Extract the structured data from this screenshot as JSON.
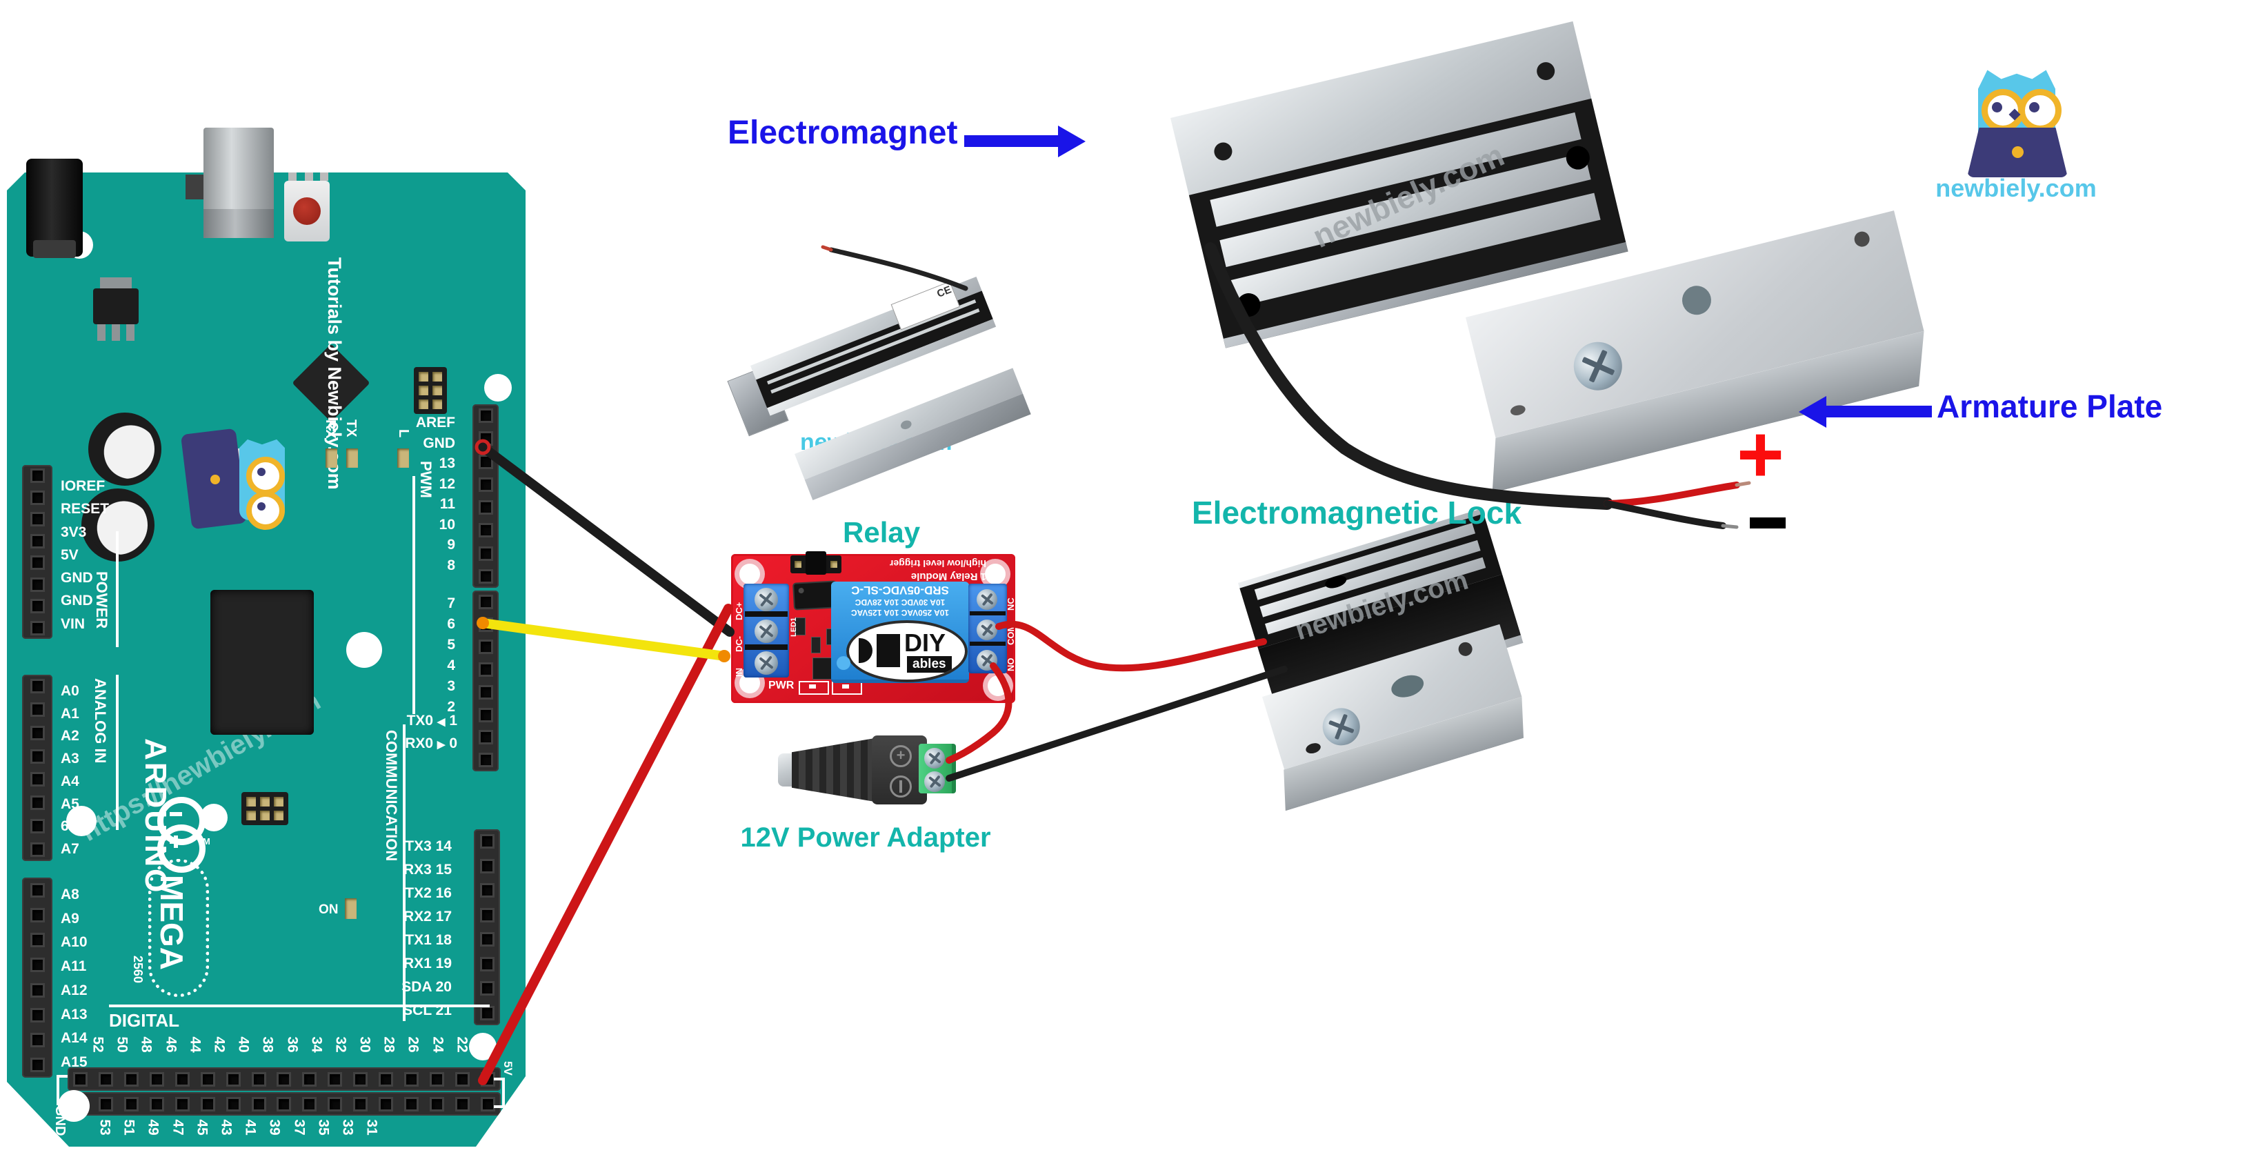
{
  "colors": {
    "board_teal": "#0e9c8f",
    "label_teal": "#13b5ab",
    "label_blue": "#1a14e8",
    "wire_red": "#cd1517",
    "wire_black": "#1c1c1c",
    "wire_yellow": "#f3e40d",
    "relay_red": "#dd1423",
    "relay_blue": "#2f9ce8",
    "terminal_blue": "#2f6fd4",
    "adapter_green": "#3ec46d",
    "logo_blue": "#57c7e9",
    "plus_red": "#fb0d0d"
  },
  "labels": {
    "electromagnet": "Electromagnet",
    "armature_plate": "Armature Plate",
    "electromagnetic_lock": "Electromagnetic Lock",
    "relay": "Relay",
    "power_adapter": "12V Power Adapter",
    "plus": "+",
    "minus": "-"
  },
  "logo": {
    "text": "newbiely.com"
  },
  "watermarks": {
    "diagonal": "https://newbiely.com",
    "gray": "newbiely.com",
    "teal": "newbiely.com"
  },
  "arduino": {
    "brand_vertical": "Tutorials by Newbiely.com",
    "logo_text": "ARDUINO",
    "tm": "TM",
    "mega": "MEGA",
    "mega_number": "2560",
    "on_label": "ON",
    "rx_label": "RX",
    "tx_label": "TX",
    "l_label": "L",
    "power_group": "POWER",
    "analog_group": "ANALOG IN",
    "comm_group": "COMMUNICATION",
    "pwm_group": "PWM",
    "digital_group": "DIGITAL",
    "gnd_side": "GND",
    "v5_side": "5V",
    "power_pins": [
      "IOREF",
      "RESET",
      "3V3",
      "5V",
      "GND",
      "GND",
      "VIN"
    ],
    "analog_pins_1": [
      "A0",
      "A1",
      "A2",
      "A3",
      "A4",
      "A5",
      "6",
      "A7"
    ],
    "analog_pins_2": [
      "A8",
      "A9",
      "A10",
      "A11",
      "A12",
      "A13",
      "A14",
      "A15"
    ],
    "right_pins_top": [
      "AREF",
      "GND",
      "13",
      "12",
      "11",
      "10",
      "9",
      "8"
    ],
    "right_pins_mid": [
      "7",
      "6",
      "5",
      "4",
      "3",
      "2"
    ],
    "tx0_label": "TX0",
    "tx0_arrow": "◀",
    "tx0_pin": "1",
    "rx0_label": "RX0",
    "rx0_arrow": "▶",
    "rx0_pin": "0",
    "comm_pins": [
      "TX3 14",
      "RX3 15",
      "TX2 16",
      "RX2 17",
      "TX1 18",
      "RX1 19",
      "SDA 20",
      "SCL 21"
    ],
    "digital_top": [
      "52",
      "50",
      "48",
      "46",
      "44",
      "42",
      "40",
      "38",
      "36",
      "34",
      "32",
      "30",
      "28",
      "26",
      "24",
      "22"
    ],
    "digital_bottom": [
      "53",
      "51",
      "49",
      "47",
      "45",
      "43",
      "41",
      "39",
      "37",
      "35",
      "33",
      "31"
    ]
  },
  "relay_module": {
    "header_line1": "high/low level trigger",
    "header_line2": "1 Relay Module",
    "relay_text1": "SRD-05VDC-SL-C",
    "relay_text2": "10A 30VDC  10A 28VDC",
    "relay_text3": "10A 250VAC  10A 125VAC",
    "brand_top": "DIY",
    "brand_bottom": "ables",
    "left_terminals": [
      "DC+",
      "DC-",
      "IN"
    ],
    "right_terminals": [
      "NC",
      "COM",
      "NO"
    ],
    "pwr_label": "PWR",
    "led_label": "LED1"
  },
  "middle_lock": {
    "ce_mark": "CE"
  },
  "adapter": {
    "plus_mark": "+"
  }
}
